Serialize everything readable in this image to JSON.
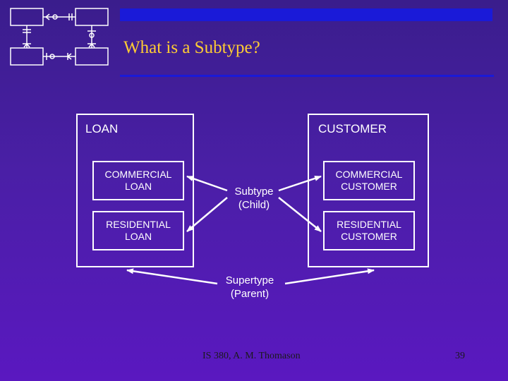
{
  "slide": {
    "title": "What is a Subtype?",
    "loan_label": "LOAN",
    "customer_label": "CUSTOMER",
    "commercial_loan": "COMMERCIAL\nLOAN",
    "residential_loan": "RESIDENTIAL\nLOAN",
    "commercial_customer": "COMMERCIAL\nCUSTOMER",
    "residential_customer": "RESIDENTIAL\nCUSTOMER",
    "subtype_label": "Subtype\n(Child)",
    "supertype_label": "Supertype\n(Parent)",
    "footer_text": "IS 380, A. M. Thomason",
    "page_number": "39"
  },
  "colors": {
    "title": "#ffcc33",
    "bar": "#1a1ad8",
    "lines": "#ffffff"
  },
  "icons": [
    "er-diagram-logo-icon"
  ]
}
